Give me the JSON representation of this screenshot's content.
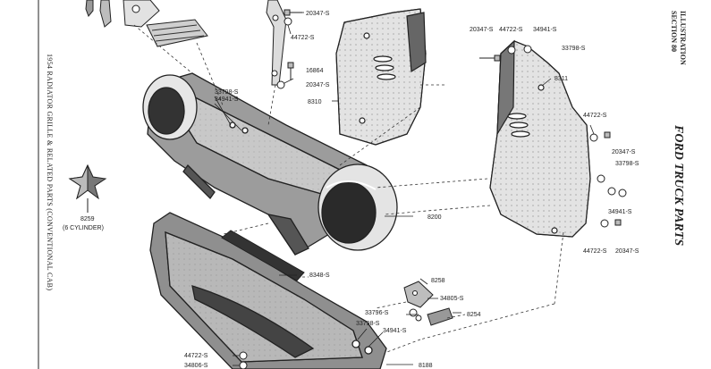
{
  "header": {
    "illustration_line1": "ILLUSTRATION",
    "illustration_line2": "SECTION 80",
    "brand_title": "FORD TRUCK PARTS",
    "caption": "1954 RADIATOR GRILLE & RELATED PARTS (CONVENTIONAL CAB)"
  },
  "emblem": {
    "part_number": "8259",
    "note": "(6 CYLINDER)"
  },
  "labels": {
    "l1": "20347-S",
    "l2": "44722-S",
    "l3": "16864",
    "l4": "20347-S",
    "l5": "8310",
    "l6": "20347-S",
    "l7": "44722-S",
    "l8": "34941-S",
    "l9": "33798-S",
    "l10": "8311",
    "l11": "33798-S",
    "l12": "34941-S",
    "l13": "44722-S",
    "l14": "20347-S",
    "l15": "33798-S",
    "l16": "34941-S",
    "l17": "44722-S",
    "l18": "20347-S",
    "l19": "8200",
    "l20": "8348-S",
    "l21": "8258",
    "l22": "34805-S",
    "l23": "33796-S",
    "l24": "8254",
    "l25": "33798-S",
    "l26": "34941-S",
    "l27": "44722-S",
    "l28": "34806-S",
    "l29": "8188"
  },
  "colors": {
    "ink": "#222222",
    "paper": "#ffffff",
    "shade": "#8a8a8a",
    "light": "#d4d4d4"
  }
}
